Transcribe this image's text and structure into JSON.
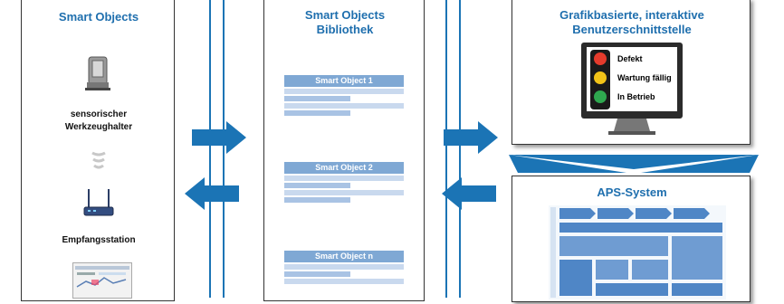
{
  "panels": {
    "smart_objects": {
      "title": "Smart Objects",
      "sensor_label_line1": "sensorischer",
      "sensor_label_line2": "Werkzeughalter",
      "station_label": "Empfangsstation"
    },
    "library": {
      "title_line1": "Smart Objects",
      "title_line2": "Bibliothek",
      "items": [
        "Smart Object 1",
        "Smart Object 2",
        "Smart Object n"
      ]
    },
    "gui": {
      "title_line1": "Grafikbasierte, interaktive",
      "title_line2": "Benutzerschnittstelle",
      "statuses": [
        {
          "label": "Defekt",
          "color": "#e53b2c"
        },
        {
          "label": "Wartung fällig",
          "color": "#f2c318"
        },
        {
          "label": "In Betrieb",
          "color": "#2fa84f"
        }
      ]
    },
    "aps": {
      "title": "APS-System"
    }
  },
  "colors": {
    "accent": "#1f6fae",
    "arrow": "#1b74b5"
  },
  "icons": [
    "tool-holder-icon",
    "wireless-signal-icon",
    "router-icon",
    "screen-thumbnail-icon",
    "monitor-icon",
    "traffic-light-icon",
    "arrow-right-icon",
    "arrow-left-icon"
  ]
}
